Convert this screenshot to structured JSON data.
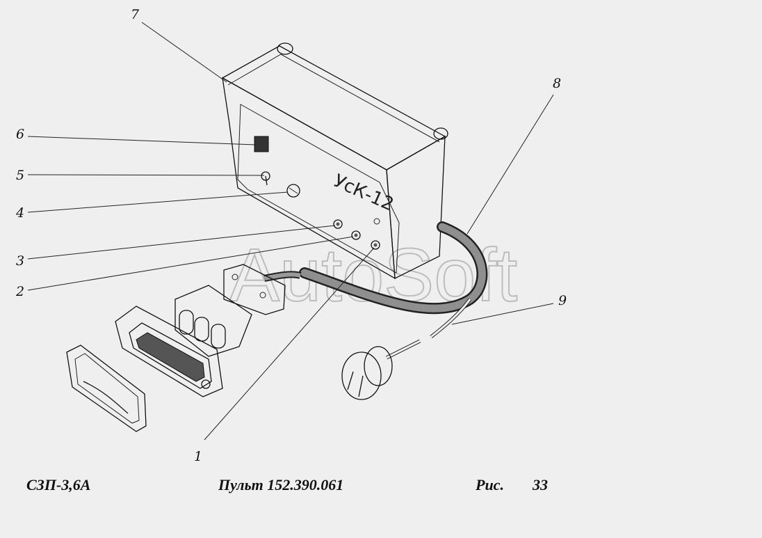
{
  "callouts": [
    "1",
    "2",
    "3",
    "4",
    "5",
    "6",
    "7",
    "8",
    "9"
  ],
  "device_label": "УсК-12",
  "watermark": "AutoSoft",
  "footer": {
    "machine": "СЗП-3,6А",
    "title": "Пульт 152.390.061",
    "fig_label": "Рис.",
    "fig_number": "33"
  }
}
